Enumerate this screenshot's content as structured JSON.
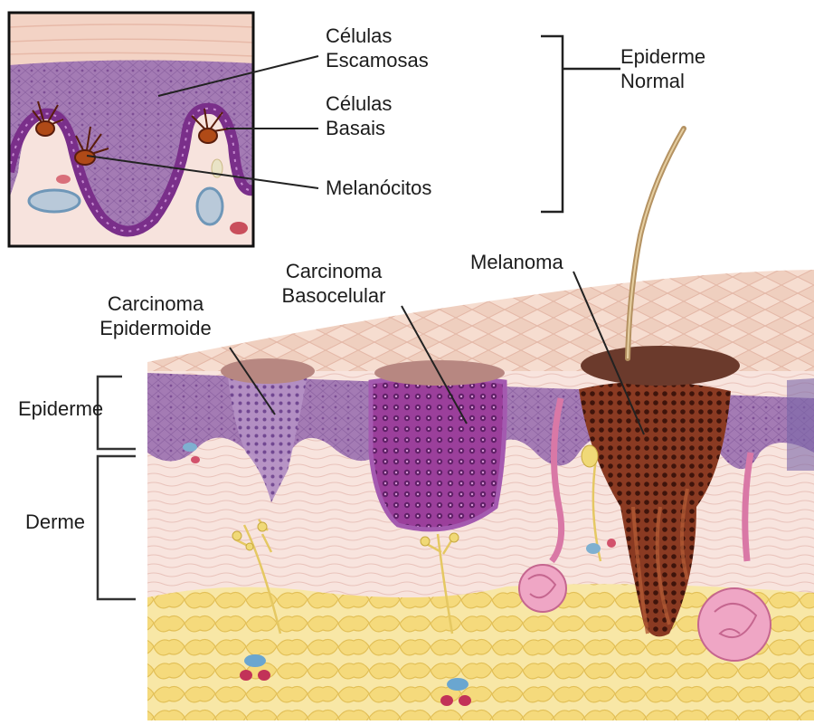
{
  "inset": {
    "squamous": {
      "line1": "Células",
      "line2": "Escamosas"
    },
    "basal": {
      "line1": "Células",
      "line2": "Basais"
    },
    "melanocytes": "Melanócitos",
    "bracket_label": {
      "line1": "Epiderme",
      "line2": "Normal"
    }
  },
  "main": {
    "squamous_carcinoma": {
      "line1": "Carcinoma",
      "line2": "Epidermoide"
    },
    "basal_carcinoma": {
      "line1": "Carcinoma",
      "line2": "Basocelular"
    },
    "melanoma": "Melanoma",
    "epidermis": "Epiderme",
    "dermis": "Derme"
  },
  "colors": {
    "stratum_corneum": "#f2d2c6",
    "epidermis": "#a67fb6",
    "basal_layer": "#8a3f98",
    "dermis": "#f7e1dc",
    "fat": "#f5e28e",
    "squamous_tumor": "#9a6cb5",
    "basal_tumor": "#8c3a95",
    "melanoma": "#6e2a1c",
    "vessel": "#e69ab8",
    "nerve": "#e8cf6a",
    "hair": "#b79560"
  }
}
